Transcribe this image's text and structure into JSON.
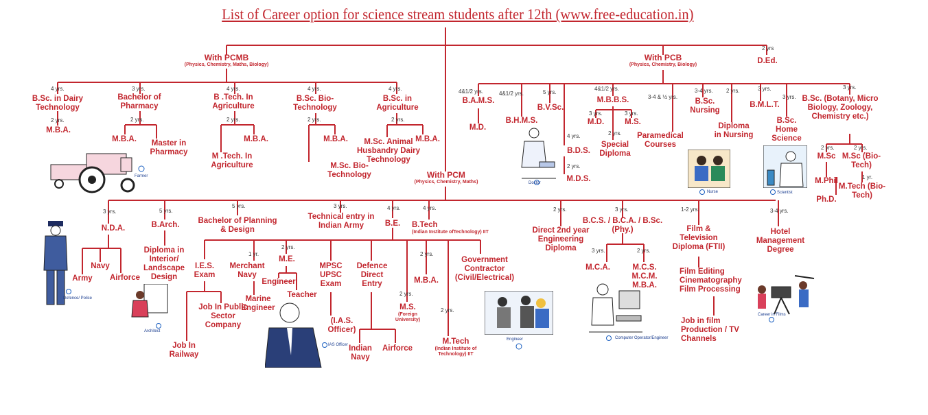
{
  "title": "List of Career option for science stream students after 12th (www.free-education.in)",
  "colors": {
    "line": "#c2262e",
    "text": "#c2262e",
    "caption": "#1a3d8f"
  },
  "pcmb": {
    "name": "With PCMB",
    "subjects": "(Physics, Chemistry, Maths, Biology)",
    "dairy": {
      "duration": "4 yrs.",
      "label": "B.Sc. in Dairy Technology",
      "next_duration": "2 yrs.",
      "next": "M.B.A."
    },
    "pharmacy": {
      "duration": "3 yrs.",
      "label": "Bachelor of Pharmacy",
      "next_duration": "2 yrs.",
      "opt1": "M.B.A.",
      "opt2": "Master in Pharmacy"
    },
    "agri_tech": {
      "duration": "4 yrs.",
      "label": "B .Tech. In Agriculture",
      "next_duration": "2 yrs.",
      "opt1": "M .Tech. In Agriculture",
      "opt2": "M.B.A."
    },
    "biotech": {
      "duration": "4 yrs.",
      "label": "B.Sc. Bio-Technology",
      "next_duration": "2 yrs.",
      "opt1": "M.B.A.",
      "opt2": "M.Sc. Bio-Technology"
    },
    "agri_sc": {
      "duration": "4 yrs.",
      "label": "B.Sc. in Agriculture",
      "next_duration": "2 yrs.",
      "opt1": "M.Sc. Animal Husbandry Dairy Technology",
      "opt2": "M.B.A."
    },
    "farmer_caption": "Farmer"
  },
  "pcb": {
    "name": "With PCB",
    "subjects": "(Physics, Chemistry, Biology)",
    "bams": {
      "duration": "4&1/2 yrs.",
      "label": "B.A.M.S.",
      "next": "M.D."
    },
    "bhms": {
      "duration": "4&1/2 yrs.",
      "label": "B.H.M.S."
    },
    "bvsc": {
      "duration": "5 yrs.",
      "label": "B.V.Sc."
    },
    "mbbs": {
      "duration": "4&1/2 yrs.",
      "label": "M.B.B.S.",
      "md_duration": "3 yrs.",
      "md": "M.D.",
      "ms_duration": "3 yrs.",
      "ms": "M.S.",
      "special_duration": "2 yrs.",
      "special": "Special Diploma"
    },
    "bds": {
      "duration": "4 yrs.",
      "label": "B.D.S.",
      "next_duration": "2 yrs.",
      "next": "M.D.S."
    },
    "paramedical": {
      "duration": "3-4 & ½ yrs.",
      "label": "Paramedical Courses"
    },
    "nursing": {
      "duration": "3-4 yrs.",
      "label": "B.Sc. Nursing"
    },
    "nursing_diploma": {
      "duration": "2 yrs.",
      "label": "Diploma in Nursing"
    },
    "bmlt": {
      "duration": "3 yrs.",
      "label": "B.M.L.T."
    },
    "home_science": {
      "duration": "3 yrs.",
      "label": "B.Sc. Home Science"
    },
    "bsc": {
      "duration": "3 yrs.",
      "label": "B.Sc. (Botany, Micro Biology, Zoology, Chemistry etc.)",
      "msc_duration": "2 yrs.",
      "msc": "M.Sc",
      "msc_bio_duration": "2 yrs.",
      "msc_bio": "M.Sc (Bio-Tech)",
      "mphil": "M.Phil",
      "phd": "Ph.D.",
      "mtech_duration": "1 yr.",
      "mtech": "M.Tech (Bio-Tech)"
    },
    "doctor_caption": "Doctor",
    "nurse_caption": "Nurse",
    "scientist_caption": "Scientist"
  },
  "ded": {
    "duration": "2 yrs",
    "label": "D.Ed."
  },
  "pcm": {
    "name": "With PCM",
    "subjects": "(Physics, Chemistry, Maths)",
    "nda": {
      "duration": "3 yrs.",
      "label": "N.D.A.",
      "army": "Army",
      "navy": "Navy",
      "airforce": "Airforce"
    },
    "barch": {
      "duration": "5 yrs.",
      "label": "B.Arch.",
      "next": "Diploma in Interior/ Landscape Design"
    },
    "planning": {
      "duration": "5 yrs.",
      "label": "Bachelor of Planning & Design"
    },
    "tech_entry": {
      "duration": "3 yrs.",
      "label": "Technical entry in Indian Army"
    },
    "be": {
      "duration": "4 yrs.",
      "label": "B.E.",
      "ies": "I.E.S. Exam",
      "railway": "Job In Railway",
      "psu": "Job In Public Sector Company",
      "merchant_duration": "1 yr.",
      "merchant": "Merchant Navy",
      "marine": "Marine Engineer",
      "me_duration": "2 yrs.",
      "me": "M.E.",
      "engineer": "Engineer",
      "teacher": "Teacher",
      "mpsc": "MPSC UPSC Exam",
      "ias": "(I.A.S. Officer)",
      "defence": "Defence Direct Entry",
      "indian_navy": "Indian Navy",
      "airforce": "Airforce",
      "ms_duration": "2 yrs.",
      "ms": "M.S.",
      "ms_sub": "(Foreign University)",
      "mba_duration": "2 yrs.",
      "mba": "M.B.A.",
      "contractor": "Government Contractor (Civil/Electrical)"
    },
    "btech": {
      "duration": "4 yrs.",
      "label": "B.Tech",
      "sub": "(Indian Institute ofTechnology) IIT",
      "mtech_duration": "2 yrs.",
      "mtech": "M.Tech",
      "mtech_sub": "(Indian Institute of Technology) IIT"
    },
    "diploma": {
      "duration": "2 yrs.",
      "label": "Direct 2nd year Engineering Diploma"
    },
    "bcs": {
      "duration": "3 yrs.",
      "label": "B.C.S. / B.C.A. / B.Sc.(Phy.)",
      "mca_duration": "3 yrs.",
      "mca": "M.C.A.",
      "mcs_duration": "2 yrs.",
      "mcs": "M.C.S. M.C.M. M.B.A."
    },
    "film": {
      "duration": "1-2 yrs.",
      "label": "Film & Television Diploma (FTII)",
      "editing": "Film Editing Cinematography Film Processing",
      "job": "Job in film Production / TV Channels"
    },
    "hotel": {
      "duration": "3-4 yrs.",
      "label": "Hotel Management Degree"
    },
    "defence_caption": "Defence/ Police",
    "architect_caption": "Architect",
    "ias_caption": "IAS Officer",
    "engineer_caption": "Engineer",
    "computer_caption": "Computer Operator/Engineer",
    "films_caption": "Career in Films"
  }
}
